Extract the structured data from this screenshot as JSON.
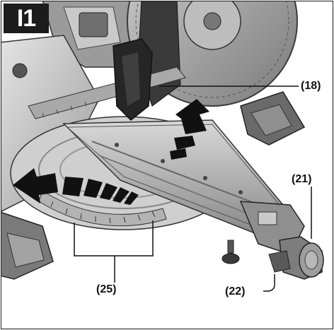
{
  "figure_label": "I1",
  "callouts": {
    "c18": "(18)",
    "c21": "(21)",
    "c22": "(22)",
    "c25": "(25)"
  },
  "colors": {
    "frame_border": "#1c1c1c",
    "badge_bg": "#1c1c1c",
    "tool_dark": "#2b2b2b",
    "tool_mid": "#8f8f8f",
    "tool_light": "#d6d6d6",
    "arrow_fill": "#111111"
  }
}
